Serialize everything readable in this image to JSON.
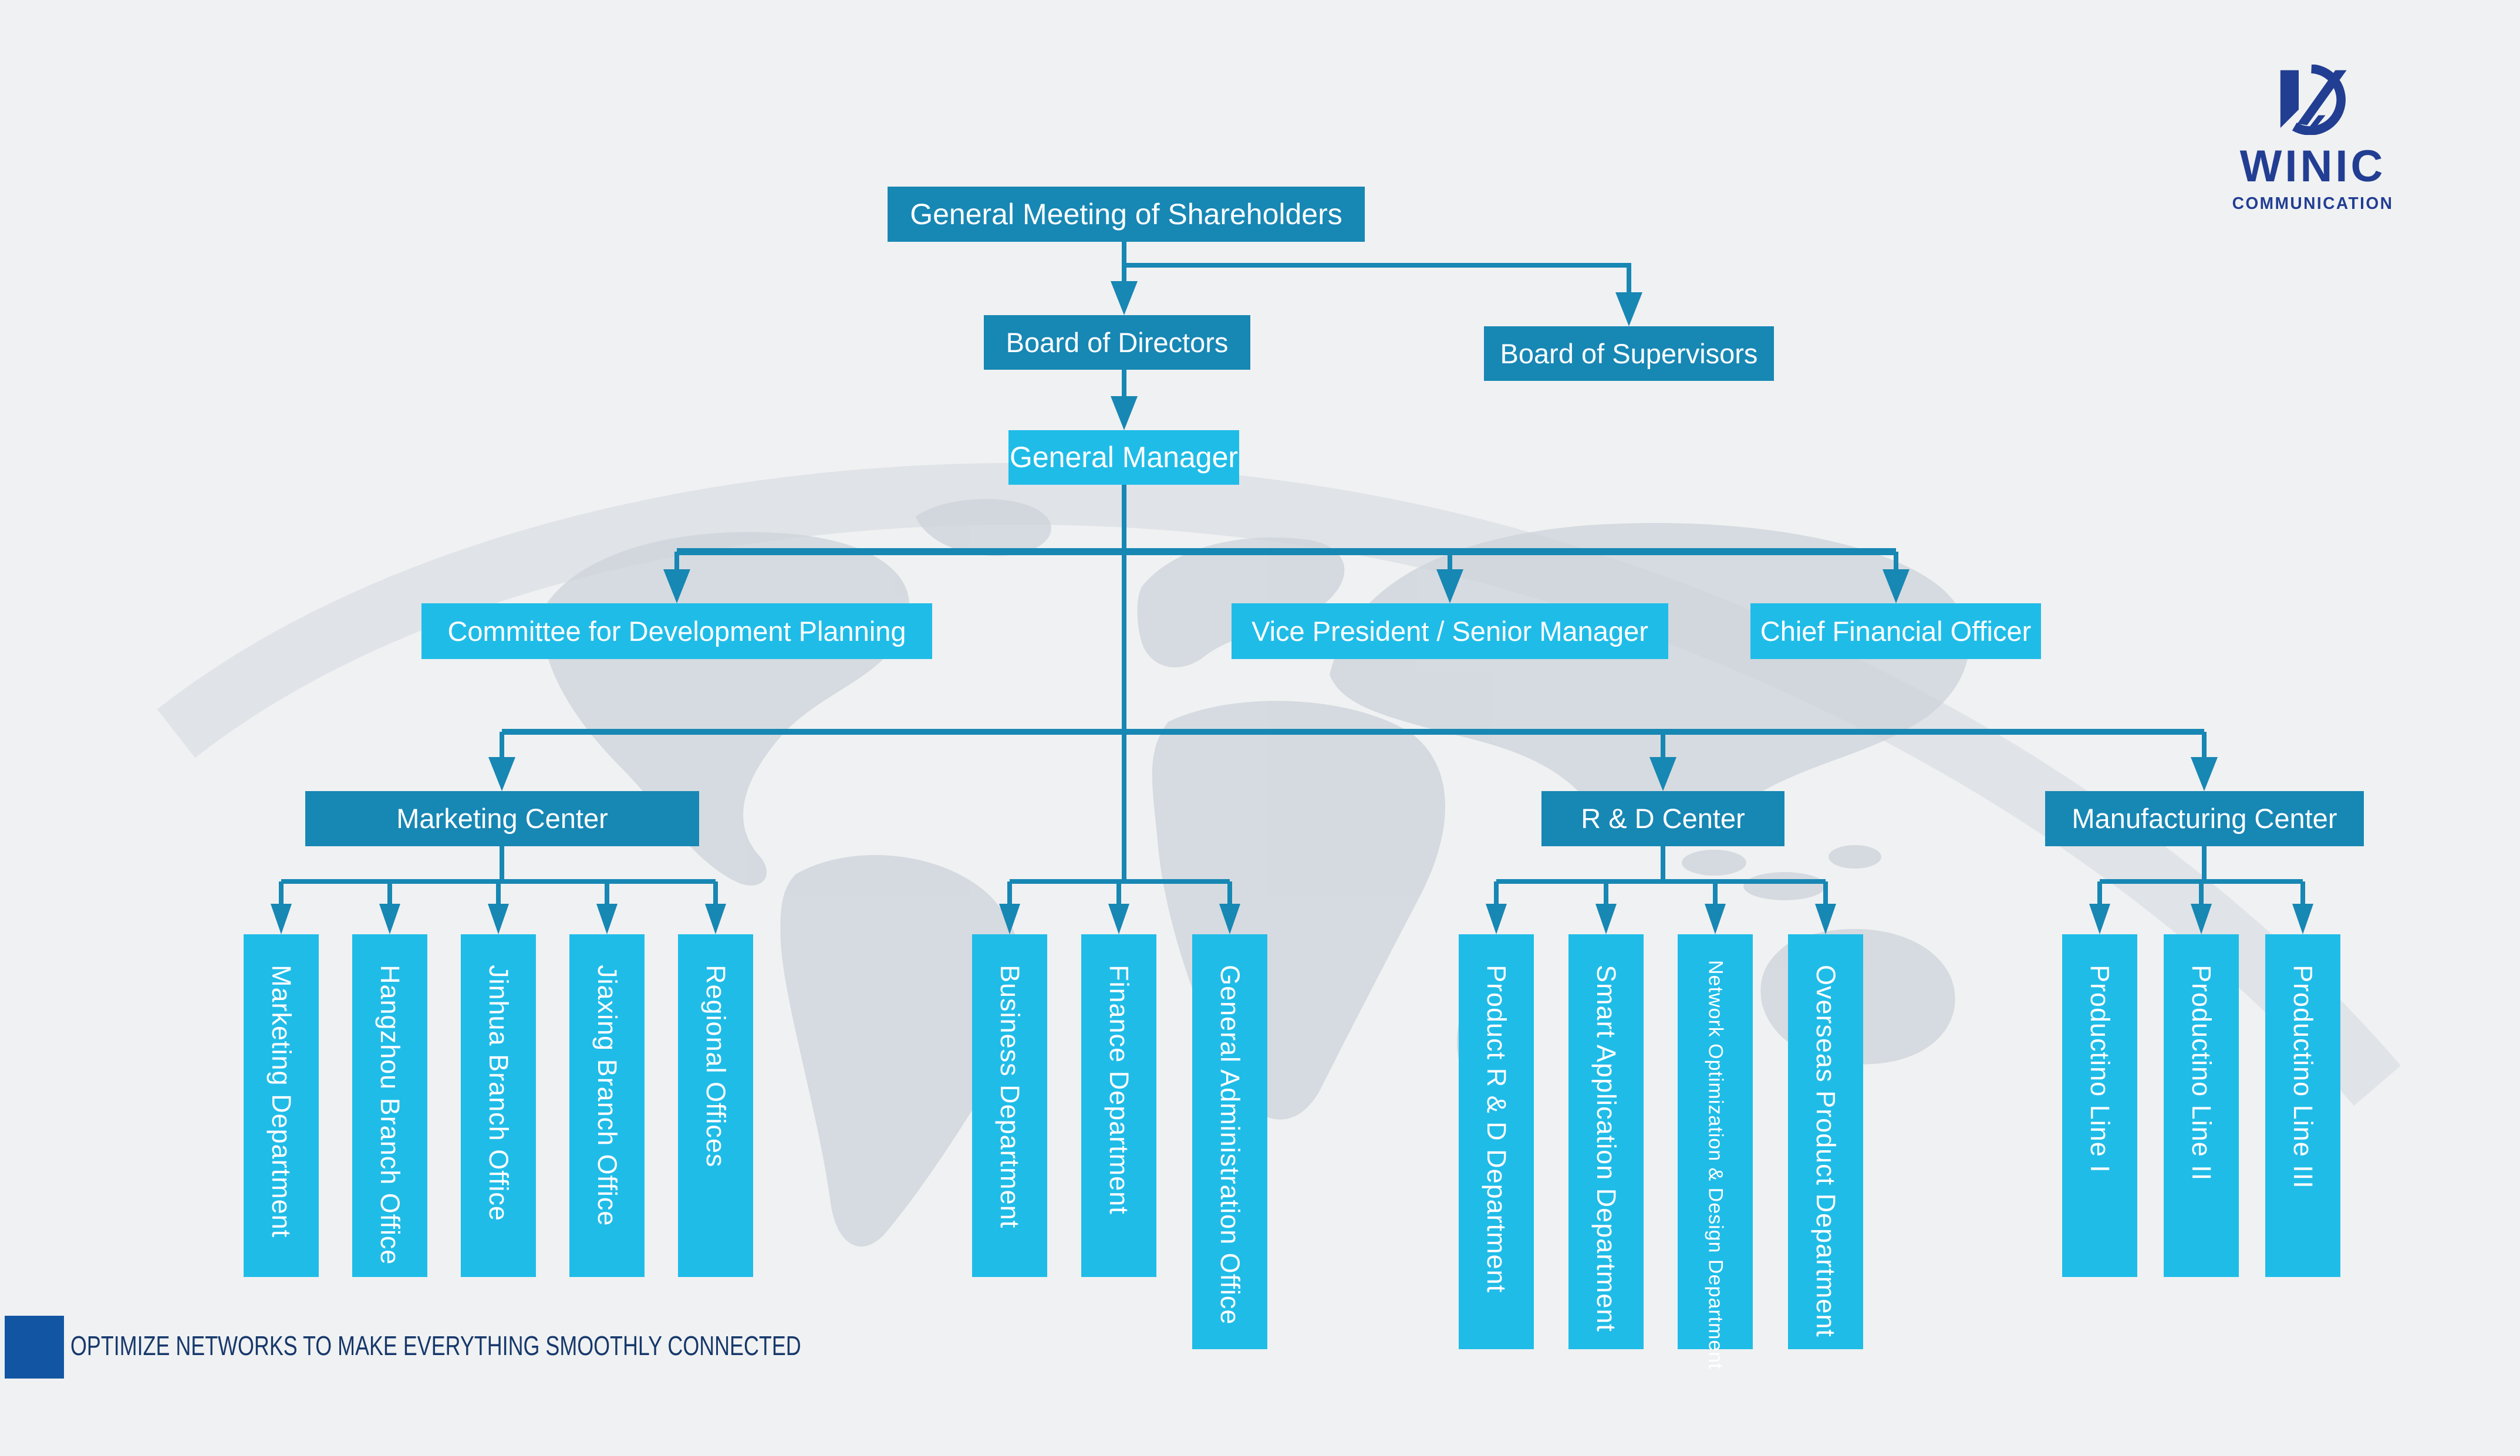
{
  "brand": {
    "name": "WINIC",
    "subtitle": "COMMUNICATION"
  },
  "footer": {
    "tagline": "OPTIMIZE NETWORKS TO MAKE EVERYTHING SMOOTHLY CONNECTED"
  },
  "colors": {
    "background": "#f0f1f2",
    "box_dark": "#1787b4",
    "box_light": "#20bce8",
    "connector": "#1787b4",
    "map_watermark": "#ccd3da",
    "logo_navy": "#223e93",
    "footer_block": "#1256a3",
    "footer_text": "#16386b",
    "box_text": "#ffffff"
  },
  "org": {
    "root": {
      "label": "General Meeting of Shareholders"
    },
    "directors": {
      "label": "Board of Directors"
    },
    "supervisors": {
      "label": "Board of Supervisors"
    },
    "general_manager": {
      "label": "General Manager"
    },
    "staff": [
      {
        "label": "Committee for Development Planning"
      },
      {
        "label": "Vice President / Senior Manager"
      },
      {
        "label": "Chief Financial Officer"
      }
    ],
    "centers": [
      {
        "label": "Marketing Center"
      },
      {
        "label": "R & D Center"
      },
      {
        "label": "Manufacturing Center"
      }
    ],
    "marketing_children": [
      "Marketing Department",
      "Hangzhou Branch Office",
      "Jinhua Branch Office",
      "Jiaxing Branch Office",
      "Regional Offices"
    ],
    "gm_children": [
      "Business Department",
      "Finance Department",
      "General Administration Office"
    ],
    "rd_children": [
      "Product R & D Department",
      "Smart Application Department",
      "Network Optimization & Design Department",
      "Overseas Product Department"
    ],
    "mfg_children": [
      "Productino Line I",
      "Productino Line II",
      "Productino Line III"
    ]
  }
}
